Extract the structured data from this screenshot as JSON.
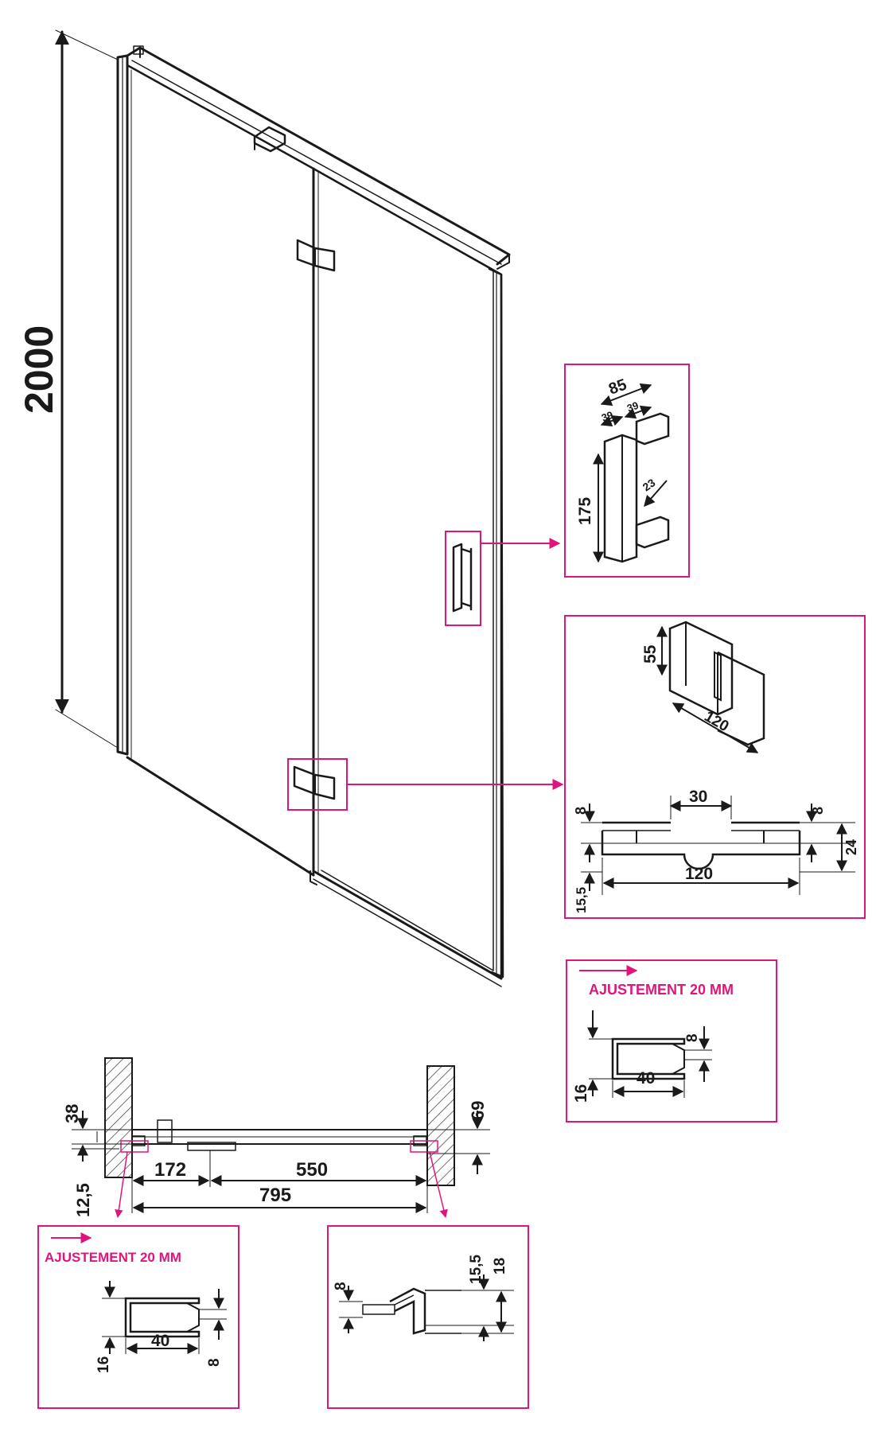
{
  "colors": {
    "accent": "#e0157c",
    "line": "#1a1a1a",
    "hatch": "#444444"
  },
  "overall": {
    "height": "2000"
  },
  "handle_detail": {
    "width_total": "85",
    "offset_left": "39",
    "offset_right": "39",
    "height": "175",
    "depth": "23"
  },
  "hinge_detail": {
    "height": "55",
    "length_top": "120",
    "gap": "30",
    "plate_left": "8",
    "plate_right": "8",
    "total_thickness": "24",
    "bottom_offset": "15,5",
    "length_bottom": "120"
  },
  "seal_right_detail": {
    "label": "AJUSTEMENT 20 MM",
    "height": "16",
    "width": "40",
    "gap": "8"
  },
  "plan_view": {
    "wall_left": "38",
    "wall_right": "69",
    "bottom_offset": "12,5",
    "left_segment": "172",
    "door_segment": "550",
    "total_width": "795"
  },
  "seal_bottom_left_detail": {
    "label": "AJUSTEMENT 20 MM",
    "height": "16",
    "width": "40",
    "gap": "8"
  },
  "seal_bottom_right_detail": {
    "thickness": "8",
    "offset": "15,5",
    "height": "18"
  }
}
